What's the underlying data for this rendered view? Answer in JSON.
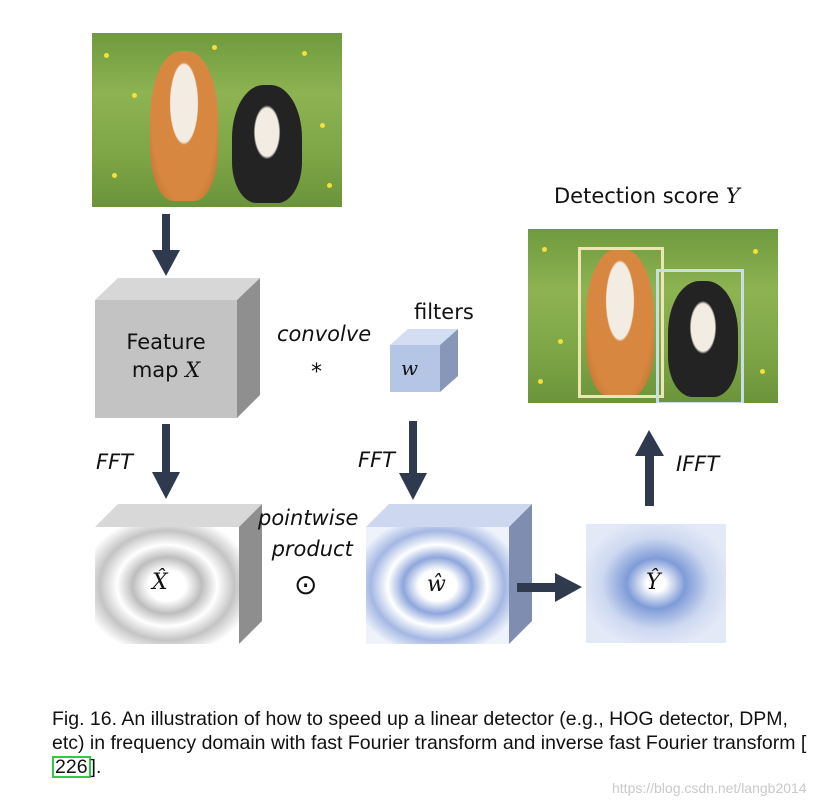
{
  "labels": {
    "feature_map_line1": "Feature",
    "feature_map_line2": "map",
    "feature_map_var": "X",
    "convolve": "convolve",
    "convolve_symbol": "*",
    "filters": "filters",
    "w": "w",
    "detection_score": "Detection score",
    "detection_score_var": "Y",
    "fft_left": "FFT",
    "fft_right": "FFT",
    "ifft": "IFFT",
    "pointwise": "pointwise",
    "product": "product",
    "odot": "⊙",
    "x_hat": "X̂",
    "w_hat": "ŵ",
    "y_hat": "Ŷ"
  },
  "caption": {
    "text_before": "Fig. 16. An illustration of how to speed up a linear detector (e.g., HOG detector, DPM, etc) in frequency domain with fast Fourier transform and inverse fast Fourier transform [",
    "citation": "226",
    "text_after": "]."
  },
  "watermark": "https://blog.csdn.net/langb2014",
  "colors": {
    "arrow": "#303a4e",
    "feature_box": "#c3c3c3",
    "filter_box": "#b5c5e6",
    "bbox_left": "#ece6b0",
    "bbox_right": "#c8dde6",
    "citation_border": "#2ecc40"
  }
}
